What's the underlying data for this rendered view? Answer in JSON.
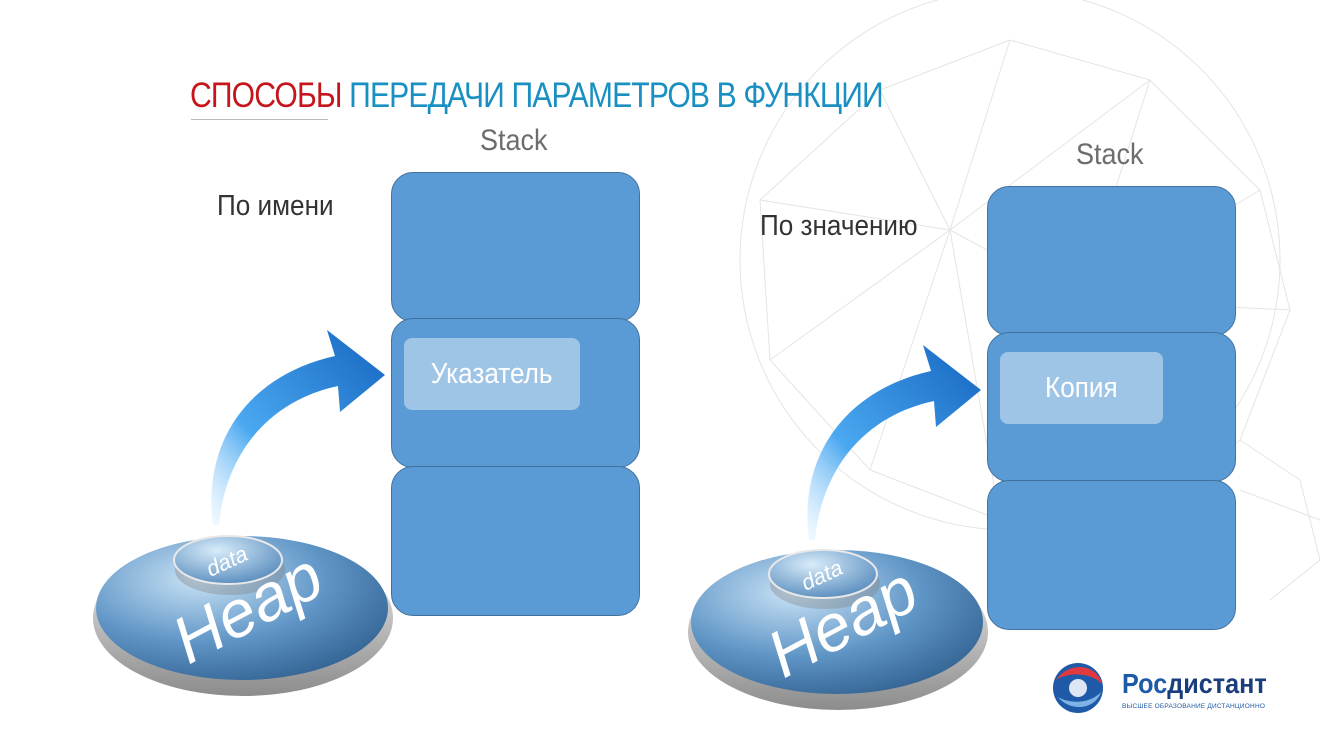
{
  "title": {
    "part1": "СПОСОБЫ",
    "part2": "ПЕРЕДАЧИ ПАРАМЕТРОВ В ФУНКЦИИ"
  },
  "left_panel": {
    "mode_label": "По имени",
    "stack_label": "Stack",
    "chip_label": "Указатель",
    "disk_top_label": "data",
    "disk_label": "Heap"
  },
  "right_panel": {
    "mode_label": "По значению",
    "stack_label": "Stack",
    "chip_label": "Копия",
    "disk_top_label": "data",
    "disk_label": "Heap"
  },
  "logo": {
    "name_part1": "Рос",
    "name_part2": "дистант",
    "tagline": "ВЫСШЕЕ ОБРАЗОВАНИЕ ДИСТАНЦИОННО"
  },
  "colors": {
    "title_red": "#c4161c",
    "title_blue": "#1a8fc1",
    "block_fill": "#5b9bd5",
    "block_border": "#41719c",
    "arrow": "#1e88e5"
  }
}
